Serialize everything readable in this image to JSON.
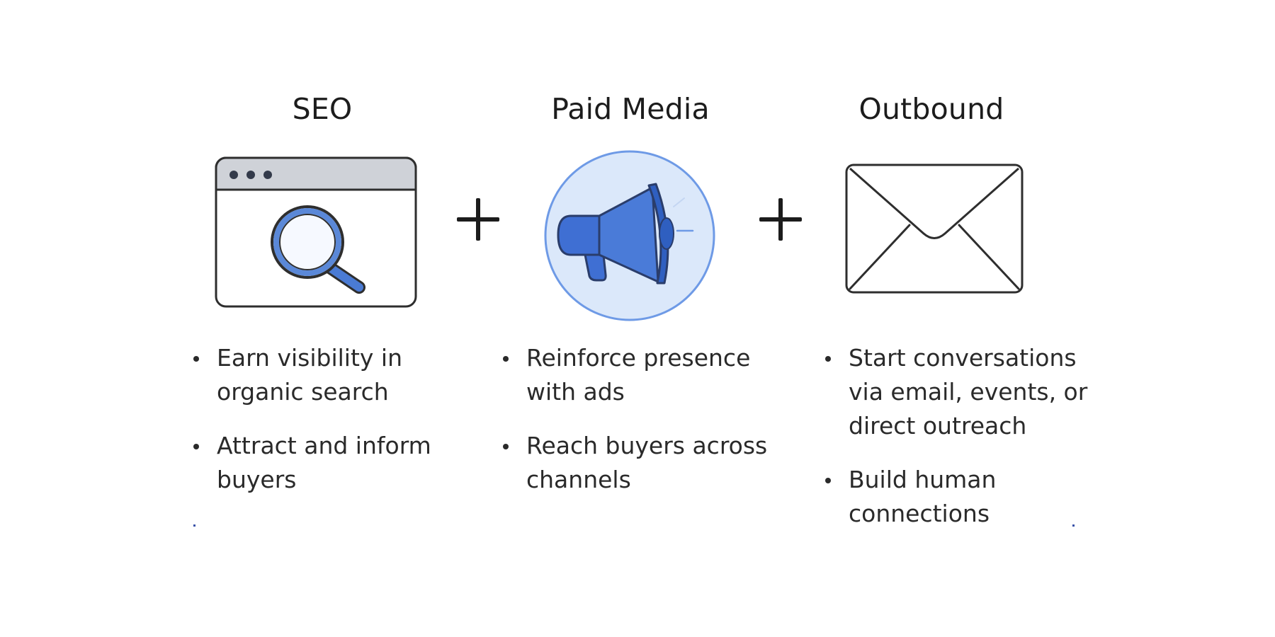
{
  "columns": [
    {
      "title": "SEO",
      "icon": "browser-search-icon",
      "bullets": [
        "Earn visibility in organic search",
        "Attract and inform buyers"
      ]
    },
    {
      "title": "Paid Media",
      "icon": "megaphone-icon",
      "bullets": [
        "Reinforce presence with ads",
        "Reach buyers across channels"
      ]
    },
    {
      "title": "Outbound",
      "icon": "envelope-icon",
      "bullets": [
        "Start conversations via email, events, or direct outreach",
        "Build human connections"
      ]
    }
  ],
  "connector": "plus-icon",
  "colors": {
    "text": "#1c1c1c",
    "accent_blue": "#3f6fd3",
    "light_blue": "#dbe8fa",
    "outline": "#2e2e2e"
  }
}
